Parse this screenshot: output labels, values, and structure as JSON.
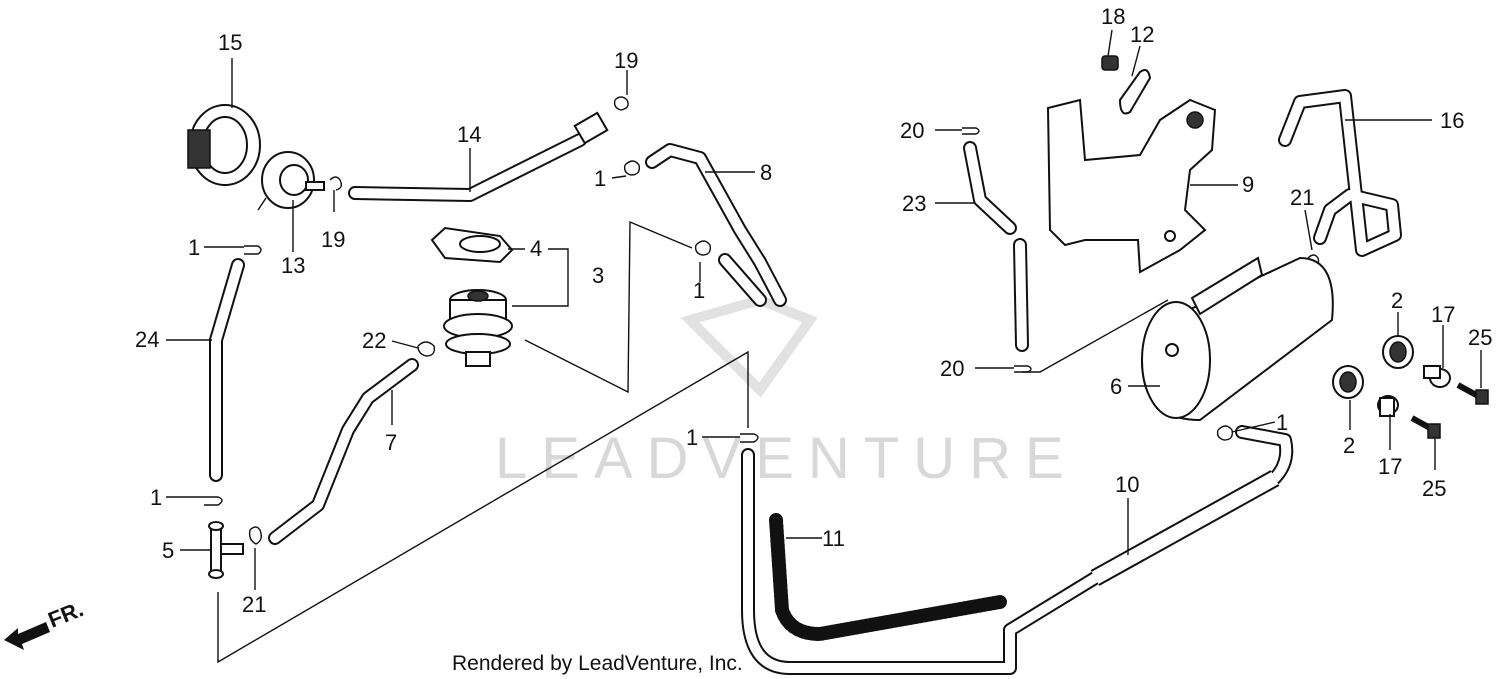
{
  "diagram": {
    "watermark": "LEADVENTURE",
    "credit": "Rendered by LeadVenture, Inc.",
    "direction_label": "FR.",
    "callouts": [
      {
        "id": "c15",
        "text": "15"
      },
      {
        "id": "c13",
        "text": "13"
      },
      {
        "id": "c19a",
        "text": "19"
      },
      {
        "id": "c14",
        "text": "14"
      },
      {
        "id": "c19b",
        "text": "19"
      },
      {
        "id": "c1a",
        "text": "1"
      },
      {
        "id": "c8",
        "text": "8"
      },
      {
        "id": "c1b",
        "text": "1"
      },
      {
        "id": "c4",
        "text": "4"
      },
      {
        "id": "c3",
        "text": "3"
      },
      {
        "id": "c1c",
        "text": "1"
      },
      {
        "id": "c24",
        "text": "24"
      },
      {
        "id": "c22",
        "text": "22"
      },
      {
        "id": "c7",
        "text": "7"
      },
      {
        "id": "c1d",
        "text": "1"
      },
      {
        "id": "c5",
        "text": "5"
      },
      {
        "id": "c21a",
        "text": "21"
      },
      {
        "id": "c1e",
        "text": "1"
      },
      {
        "id": "c11",
        "text": "11"
      },
      {
        "id": "c18",
        "text": "18"
      },
      {
        "id": "c12",
        "text": "12"
      },
      {
        "id": "c20a",
        "text": "20"
      },
      {
        "id": "c9",
        "text": "9"
      },
      {
        "id": "c23",
        "text": "23"
      },
      {
        "id": "c16",
        "text": "16"
      },
      {
        "id": "c21b",
        "text": "21"
      },
      {
        "id": "c20b",
        "text": "20"
      },
      {
        "id": "c6",
        "text": "6"
      },
      {
        "id": "c1f",
        "text": "1"
      },
      {
        "id": "c10",
        "text": "10"
      },
      {
        "id": "c2a",
        "text": "2"
      },
      {
        "id": "c17a",
        "text": "17"
      },
      {
        "id": "c25a",
        "text": "25"
      },
      {
        "id": "c2b",
        "text": "2"
      },
      {
        "id": "c17b",
        "text": "17"
      },
      {
        "id": "c25b",
        "text": "25"
      }
    ]
  }
}
